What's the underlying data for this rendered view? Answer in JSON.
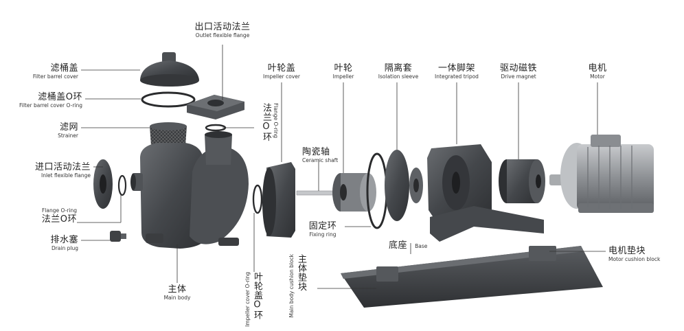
{
  "labels": {
    "filter_cover": {
      "zh": "滤桶盖",
      "en": "Filter barrel cover"
    },
    "filter_oring": {
      "zh": "滤桶盖O环",
      "en": "Filter barrel cover O-ring"
    },
    "strainer": {
      "zh": "滤网",
      "en": "Strainer"
    },
    "inlet_flange": {
      "zh": "进口活动法兰",
      "en": "Inlet flexible flange"
    },
    "flange_oring_left": {
      "zh": "法兰O环",
      "en": "Flange O-ring"
    },
    "drain_plug": {
      "zh": "排水塞",
      "en": "Drain plug"
    },
    "main_body": {
      "zh": "主体",
      "en": "Main body"
    },
    "outlet_flange": {
      "zh": "出口活动法兰",
      "en": "Outlet flexible flange"
    },
    "flange_oring_vert": {
      "zh": "法兰O环",
      "en": "Flange O-ring"
    },
    "impeller_cover_oring": {
      "zh": "叶轮盖O环",
      "en": "Impeller cover O-ring"
    },
    "body_cushion": {
      "zh": "主体垫块",
      "en": "Main body cushion block"
    },
    "impeller_cover": {
      "zh": "叶轮盖",
      "en": "Impeller cover"
    },
    "ceramic_shaft": {
      "zh": "陶瓷轴",
      "en": "Ceramic shaft"
    },
    "impeller": {
      "zh": "叶轮",
      "en": "Impeller"
    },
    "fixing_ring": {
      "zh": "固定环",
      "en": "Fixing ring"
    },
    "isolation_sleeve": {
      "zh": "隔离套",
      "en": "Isolation sleeve"
    },
    "base": {
      "zh": "底座",
      "en": "Base"
    },
    "tripod": {
      "zh": "一体脚架",
      "en": "Integrated tripod"
    },
    "drive_magnet": {
      "zh": "驱动磁铁",
      "en": "Drive magnet"
    },
    "motor": {
      "zh": "电机",
      "en": "Motor"
    },
    "motor_cushion": {
      "zh": "电机垫块",
      "en": "Motor cushion block"
    }
  },
  "colors": {
    "part_dark": "#3f4144",
    "part_mid": "#5b5e62",
    "part_light": "#8a8d91",
    "metal": "#b9bcbf",
    "leader": "#333333"
  }
}
